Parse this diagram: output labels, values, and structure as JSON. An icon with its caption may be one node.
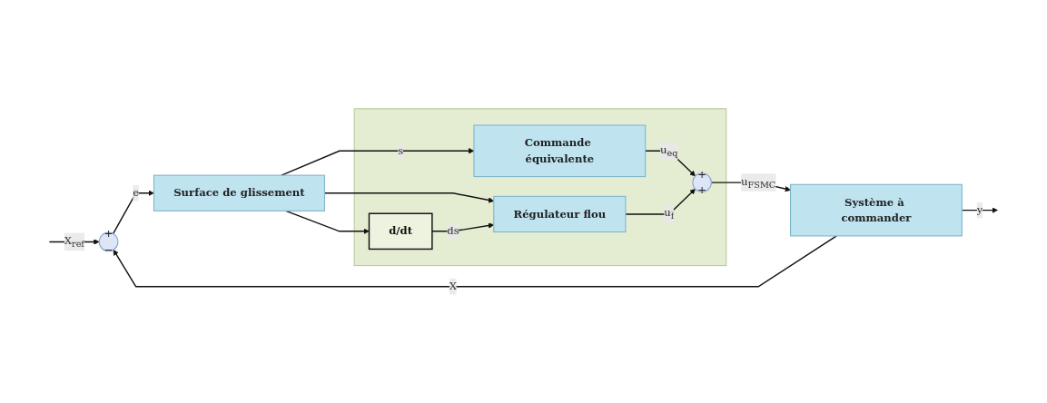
{
  "diagram": {
    "nodes": [
      {
        "text": [
          "+",
          "−"
        ]
      },
      {
        "text": [
          "Surface de glissement"
        ]
      },
      {
        "text": [],
        "shape": "box"
      },
      {
        "text": [
          "Commande équivalente"
        ],
        "in": 2
      },
      {
        "text": [
          "d/dt"
        ],
        "in": 2
      },
      {
        "text": [
          "Régulateur flou"
        ],
        "in": 2
      },
      {
        "text": [
          "+",
          "+"
        ],
        "in": 2
      },
      {
        "text": [
          "Système à commander"
        ]
      }
    ],
    "edges": [
      {
        "from": null,
        "to": 0,
        "arrow": "to",
        "label": "X$_{ref}$"
      },
      {
        "from": 0,
        "to": 1,
        "arrow": "to",
        "label": "e"
      },
      {
        "from": 1,
        "to": 3,
        "arrow": "to",
        "label": "s"
      },
      {
        "from": 1,
        "to": 5,
        "arrow": "to"
      },
      {
        "from": 1,
        "to": 4,
        "arrow": "to"
      },
      {
        "from": 4,
        "to": 5,
        "arrow": "to",
        "label": "ds"
      },
      {
        "from": 3,
        "to": 6,
        "arrow": "to",
        "label": "u$_{eq}$"
      },
      {
        "from": 5,
        "to": 6,
        "arrow": "to",
        "label": "u$_{f}$"
      },
      {
        "from": 6,
        "to": 7,
        "arrow": "to",
        "label": "u$_{FSMC}$"
      },
      {
        "from": 7,
        "to": null,
        "arrow": "to",
        "label": "y"
      },
      {
        "from": 7,
        "to": 0,
        "arrow": "to",
        "label": "X"
      }
    ]
  }
}
